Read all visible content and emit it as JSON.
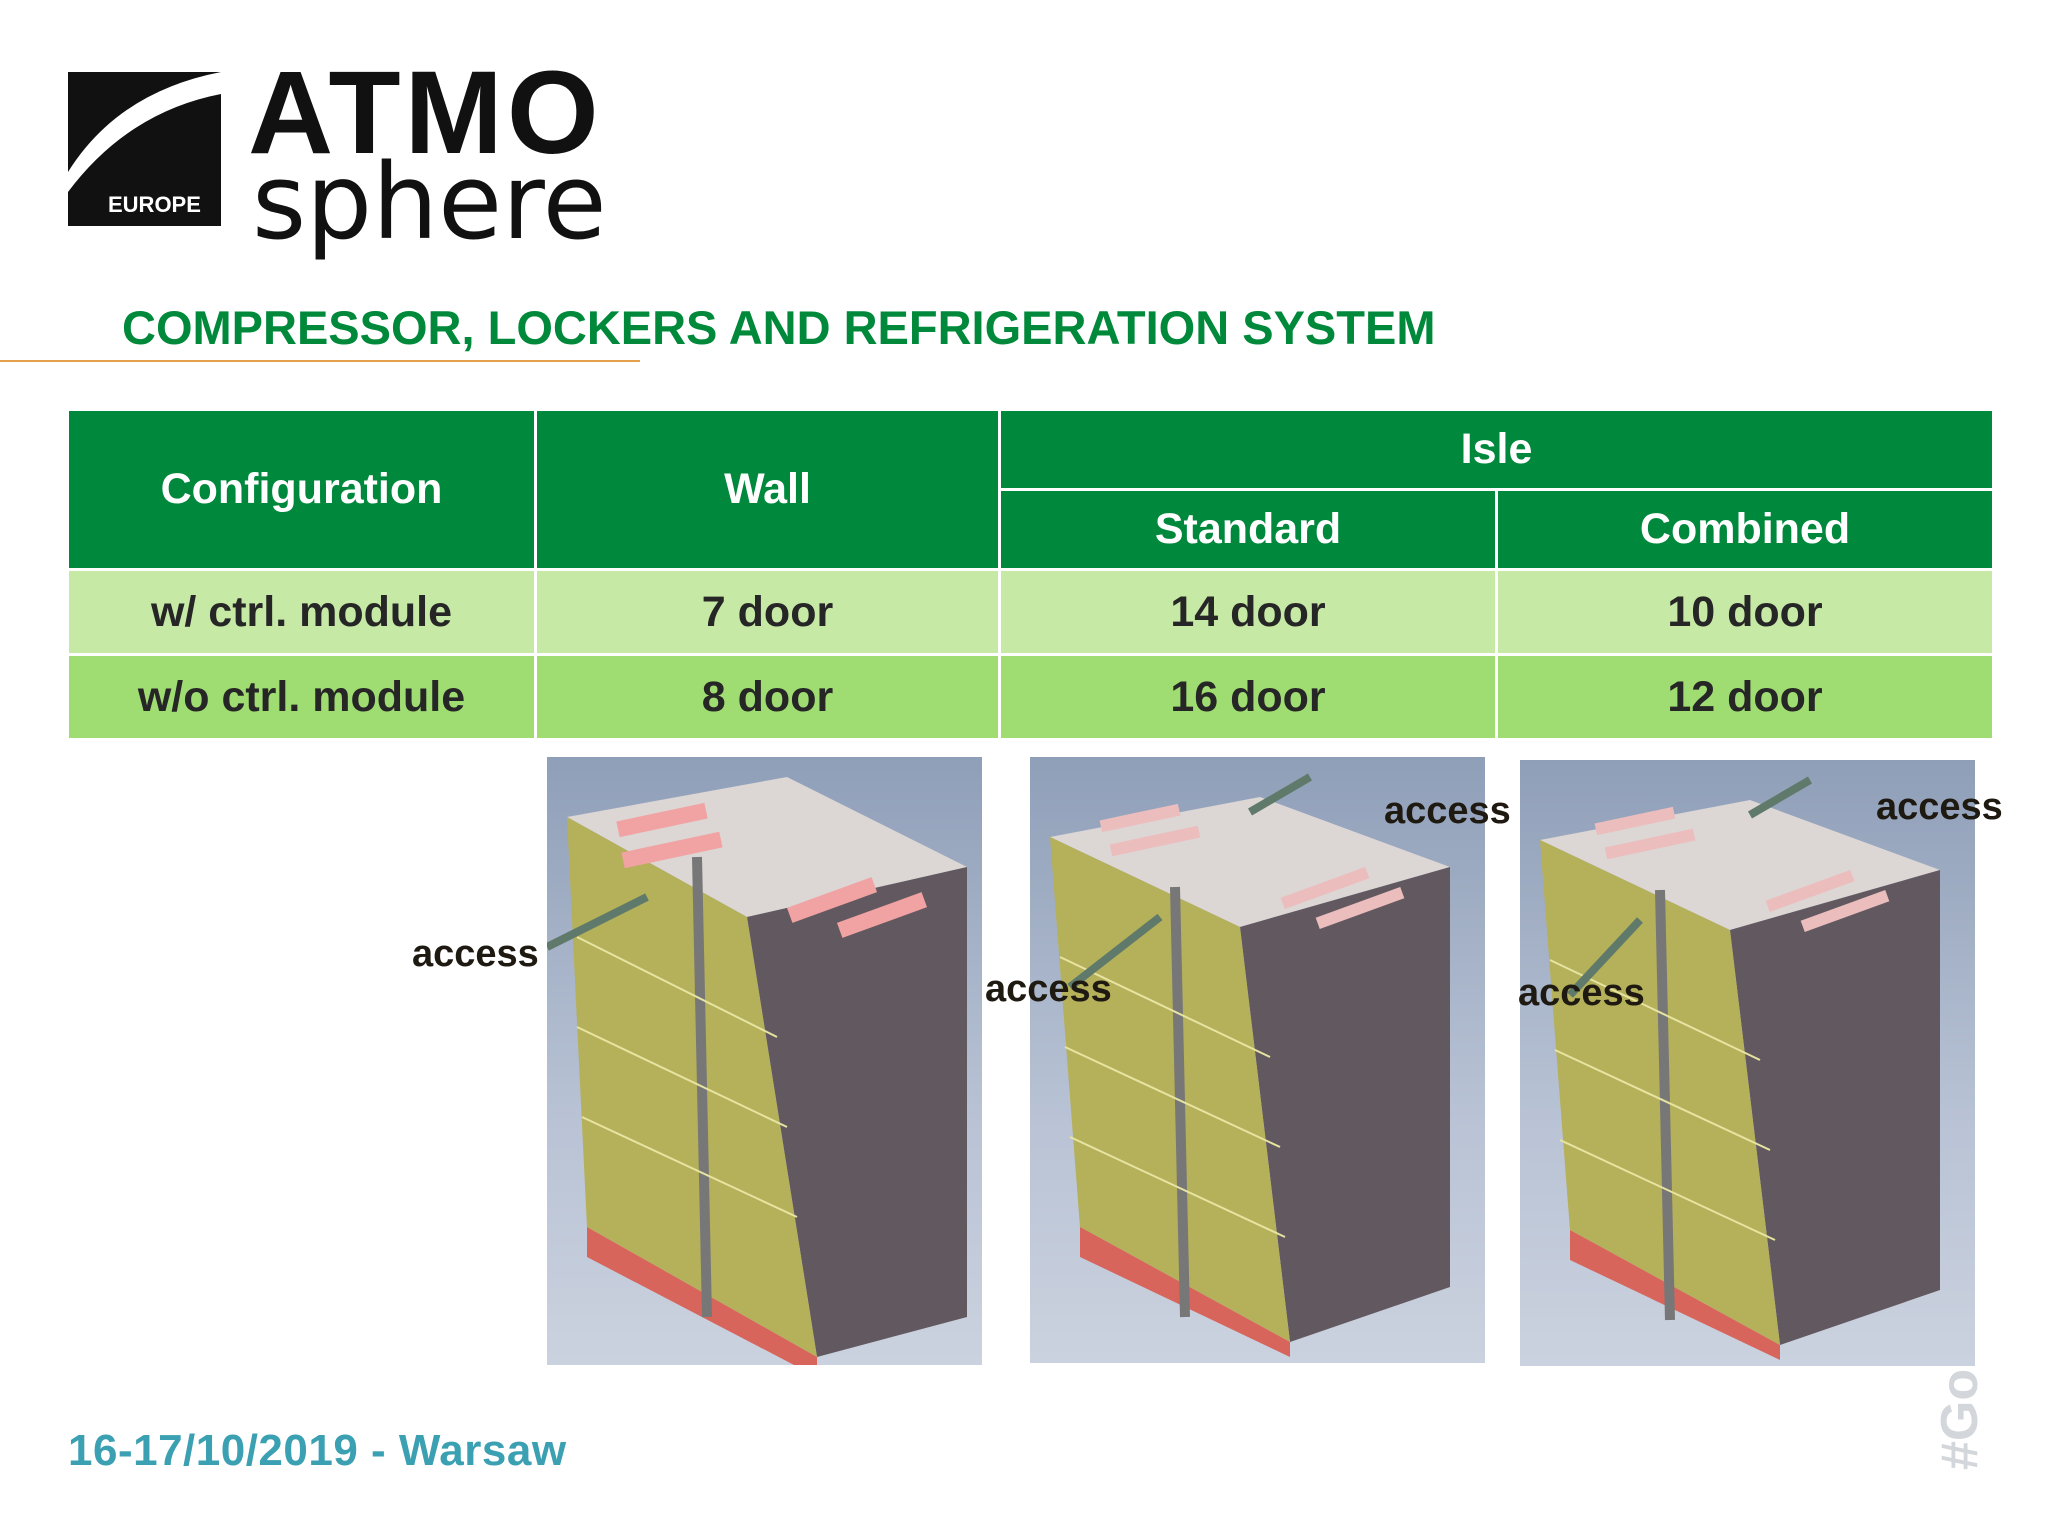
{
  "logo": {
    "mark_text": "EUROPE",
    "word_top": "ATMO",
    "word_bottom": "sphere"
  },
  "title": "COMPRESSOR, LOCKERS AND REFRIGERATION SYSTEM",
  "table": {
    "headers": {
      "configuration": "Configuration",
      "wall": "Wall",
      "isle": "Isle",
      "standard": "Standard",
      "combined": "Combined"
    },
    "rows": [
      {
        "label": "w/ ctrl. module",
        "wall": "7 door",
        "standard": "14 door",
        "combined": "10 door"
      },
      {
        "label": "w/o ctrl. module",
        "wall": "8 door",
        "standard": "16 door",
        "combined": "12 door"
      }
    ]
  },
  "images": {
    "access_label": "access"
  },
  "footer": {
    "date": "16-17/10/2019 - Warsaw",
    "side_tag": "#Go"
  },
  "colors": {
    "brand_green": "#00883c",
    "row_light": "#c6eaa6",
    "row_dark": "#9fdc72",
    "footer_teal": "#3aa0b2",
    "title_rule": "#e3a14b"
  }
}
